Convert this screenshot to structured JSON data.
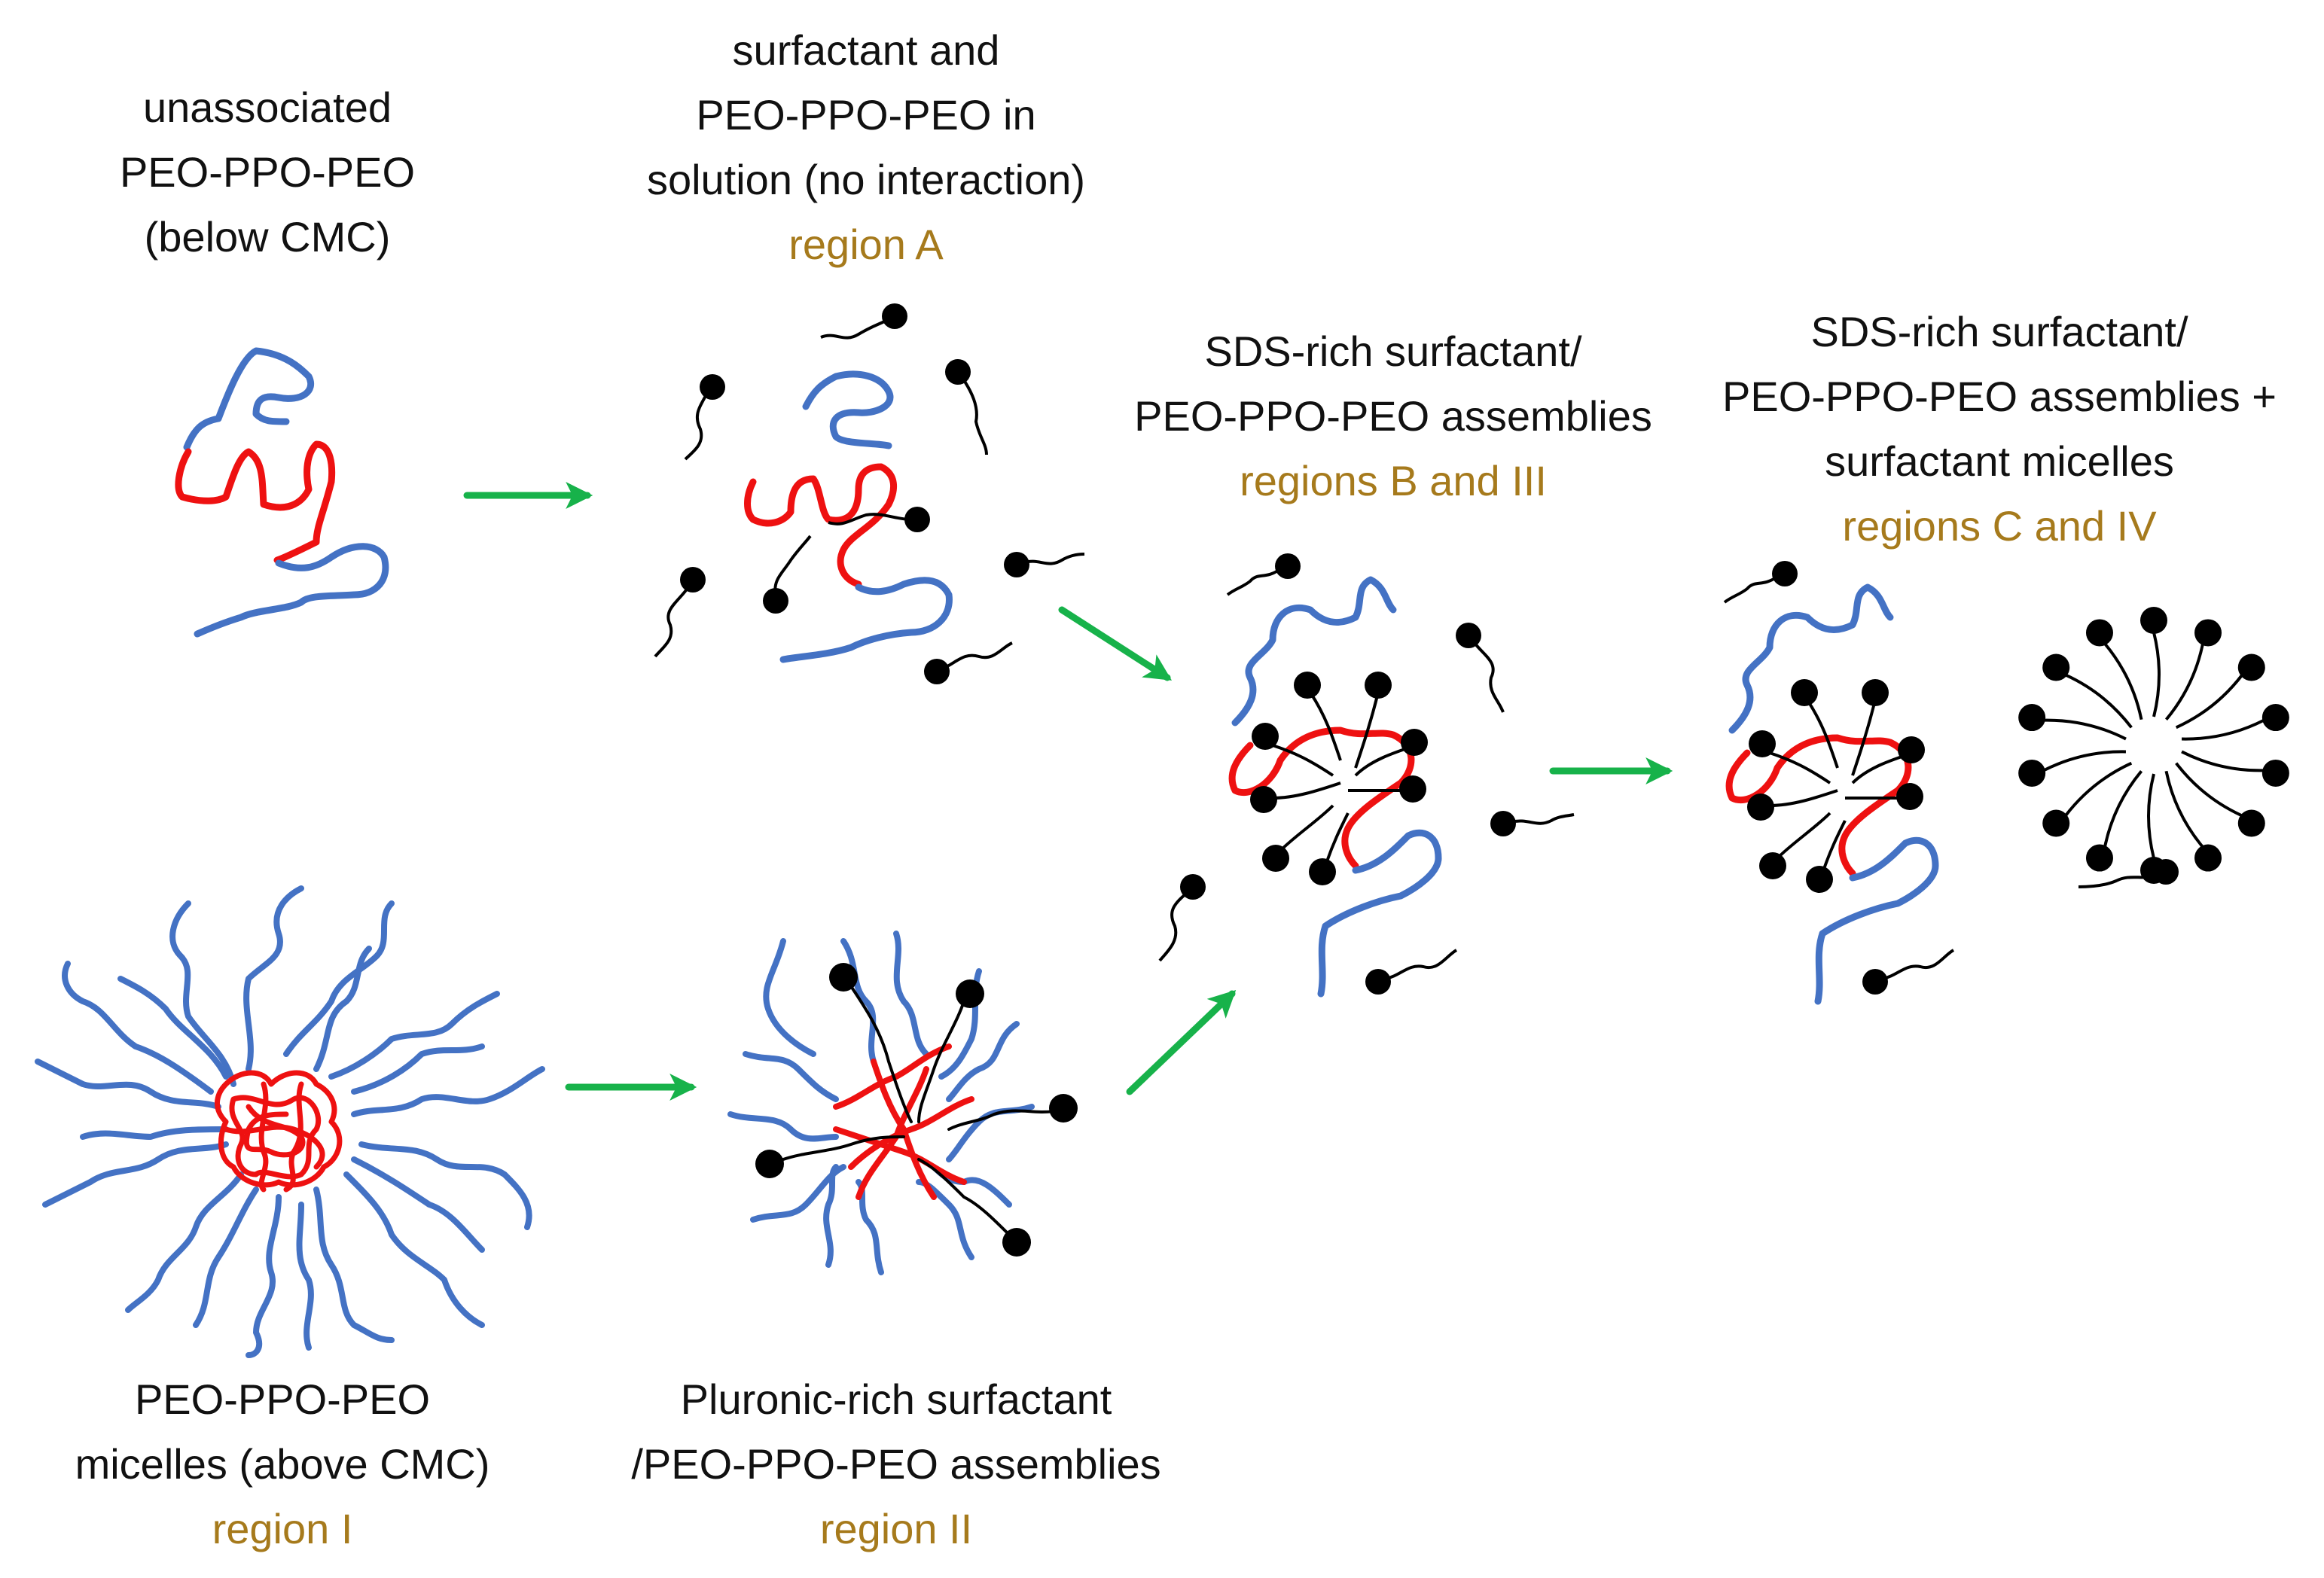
{
  "colors": {
    "peo": "#4472c4",
    "ppo": "#ee1111",
    "surfactant": "#000000",
    "arrow": "#17b24a",
    "region_label": "#a67a1c"
  },
  "stages": {
    "unassociated": {
      "lines": [
        "unassociated",
        "PEO-PPO-PEO",
        "(below CMC)"
      ]
    },
    "region_a": {
      "lines": [
        "surfactant and",
        "PEO-PPO-PEO in",
        "solution (no interaction)"
      ],
      "region": "region A"
    },
    "region_b": {
      "lines": [
        "SDS-rich surfactant/",
        "PEO-PPO-PEO assemblies"
      ],
      "region": "regions B and III"
    },
    "region_c": {
      "lines": [
        "SDS-rich surfactant/",
        "PEO-PPO-PEO assemblies +",
        "surfactant micelles"
      ],
      "region": "regions C and IV"
    },
    "region_i": {
      "lines": [
        "PEO-PPO-PEO",
        "micelles (above CMC)"
      ],
      "region": "region I"
    },
    "region_ii": {
      "lines": [
        "Pluronic-rich surfactant",
        "/PEO-PPO-PEO assemblies"
      ],
      "region": "region II"
    }
  },
  "icons": [
    "polymer-chain-icon",
    "surfactant-molecule-icon",
    "micelle-icon",
    "arrow-icon"
  ]
}
